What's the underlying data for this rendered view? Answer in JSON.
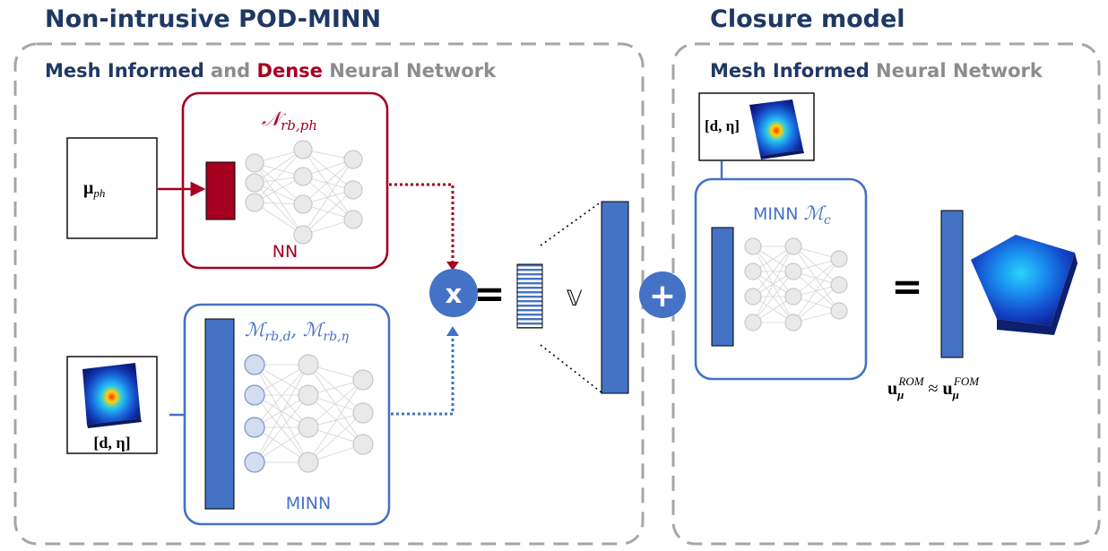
{
  "left_section": {
    "title": "Non-intrusive POD-MINN",
    "subtitle": {
      "part1": "Mesh Informed",
      "part2": " and ",
      "part3": "Dense",
      "part4": " Neural Network"
    },
    "input_top": "μ",
    "input_top_sub": "ph",
    "dense_net": {
      "name_letter": "𝒩",
      "name_sub": "rb,ph",
      "footer": "NN"
    },
    "input_bottom_label": "[d, η]",
    "minn_net": {
      "name": "ℳ",
      "sub1": "rb,d",
      "sep": ", ",
      "sub2": "rb,η",
      "footer": "MINN"
    },
    "multiply_symbol": "x",
    "equals_symbol": "=",
    "basis_label": "𝕍"
  },
  "plus_symbol": "+",
  "right_section": {
    "title": "Closure model",
    "subtitle": {
      "part1": "Mesh Informed",
      "part2": " Neural Network"
    },
    "input_label": "[d, η]",
    "net": {
      "text": "MINN ",
      "name": "ℳ",
      "sub": "c"
    },
    "equals_symbol": "=",
    "result": {
      "lhs": "u",
      "lhs_sub": "μ",
      "lhs_sup": "ROM",
      "approx": " ≈ ",
      "rhs": "u",
      "rhs_sub": "μ",
      "rhs_sup": "FOM"
    }
  },
  "colors": {
    "red": "#a50021",
    "blue": "#4472c4",
    "navy": "#1f3864",
    "gray": "#8c8c8c"
  }
}
